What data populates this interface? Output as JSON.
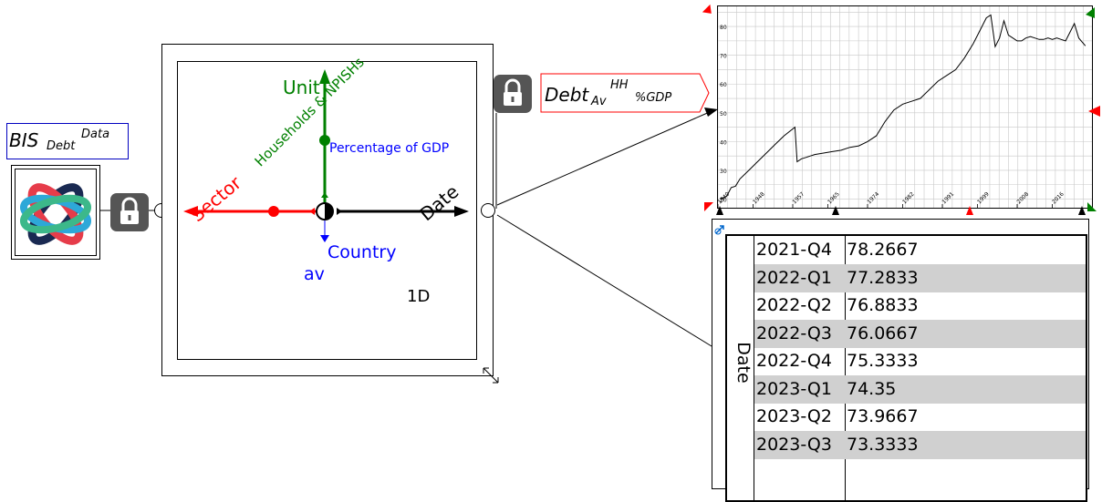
{
  "source_variable": {
    "name": "BIS",
    "sub": "Debt",
    "sup": "Data"
  },
  "ravel": {
    "axes": {
      "unit": "Unit",
      "unit_slice": "Percentage of GDP",
      "sector": "Sector",
      "sector_slice": "Households & NPISHs",
      "date": "Date",
      "country": "Country",
      "country_slice": "av"
    },
    "rank_label": "1D"
  },
  "output_variable": {
    "name": "Debt",
    "sub1": "Av",
    "sup": "HH",
    "sub2": "%GDP"
  },
  "chart_data": {
    "type": "line",
    "title": "",
    "xlabel": "",
    "ylabel": "",
    "x_tick_labels": [
      "1940",
      "1948",
      "1957",
      "1965",
      "1974",
      "1982",
      "1991",
      "1999",
      "2008",
      "2016"
    ],
    "y_tick_labels": [
      "20",
      "30",
      "40",
      "50",
      "60",
      "70",
      "80"
    ],
    "xlim": [
      1940,
      2025
    ],
    "ylim": [
      17,
      87
    ],
    "grid": true,
    "series": [
      {
        "x": [
          1940.5,
          1942,
          1943,
          1944,
          1945,
          1947,
          1949,
          1951,
          1953,
          1955,
          1957.5,
          1958,
          1959,
          1960,
          1962,
          1964,
          1966,
          1968,
          1970,
          1972,
          1974,
          1976,
          1978,
          1980,
          1982,
          1984,
          1986,
          1988,
          1990,
          1992,
          1994,
          1996,
          1998,
          1999,
          2000,
          2001,
          2002,
          2003,
          2004,
          2005,
          2006,
          2007,
          2008,
          2009,
          2010,
          2011,
          2012,
          2013,
          2014,
          2015,
          2016,
          2017,
          2018,
          2019,
          2020,
          2021,
          2022,
          2023.5
        ],
        "y": [
          20,
          21,
          24,
          24.5,
          27,
          30,
          33,
          36,
          39,
          42,
          45,
          33,
          34,
          34.5,
          35.5,
          36,
          36.5,
          37,
          38,
          38.5,
          40,
          42,
          47,
          51,
          53,
          54,
          55,
          58,
          61,
          63,
          65,
          69,
          74,
          77,
          80,
          83,
          84,
          73,
          76,
          82,
          77,
          76,
          75,
          75,
          76,
          76.5,
          76,
          75.5,
          75.5,
          76,
          75.5,
          76,
          75.5,
          75,
          78,
          81,
          76,
          73.3
        ]
      }
    ]
  },
  "table": {
    "axis_label": "Date",
    "rows": [
      {
        "date": "2021-Q4",
        "value": "78.2667"
      },
      {
        "date": "2022-Q1",
        "value": "77.2833"
      },
      {
        "date": "2022-Q2",
        "value": "76.8833"
      },
      {
        "date": "2022-Q3",
        "value": "76.0667"
      },
      {
        "date": "2022-Q4",
        "value": "75.3333"
      },
      {
        "date": "2023-Q1",
        "value": "74.35"
      },
      {
        "date": "2023-Q2",
        "value": "73.9667"
      },
      {
        "date": "2023-Q3",
        "value": "73.3333"
      }
    ]
  },
  "colors": {
    "unit": "#008000",
    "sector": "#ff0000",
    "date": "#000000",
    "country": "#0000ff",
    "varbox_border": "#0000c0",
    "output_border": "#ff0000",
    "lock_bg": "#555555",
    "table_shade": "#d0d0d0"
  }
}
